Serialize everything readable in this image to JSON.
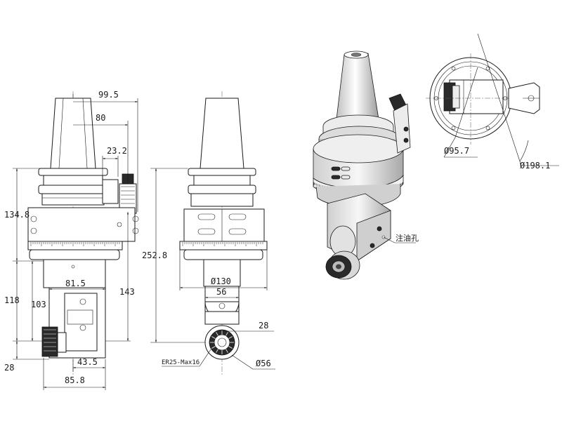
{
  "dimensions": {
    "front_view": {
      "d_99_5": "99.5",
      "d_80": "80",
      "d_23_2": "23.2",
      "d_134_8": "134.8",
      "d_252_8": "252.8",
      "d_143": "143",
      "d_118": "118",
      "d_103": "103",
      "d_81_5": "81.5",
      "d_28_left": "28",
      "d_43_5": "43.5",
      "d_85_8": "85.8"
    },
    "side_view": {
      "d_dia130": "Ø130",
      "d_56": "56",
      "d_28": "28",
      "d_dia56": "Ø56",
      "collet_label": "ER25-Max16"
    },
    "top_view": {
      "d_dia95_7": "Ø95.7",
      "d_dia198_1": "Ø198.1"
    },
    "iso_view": {
      "oil_hole_label": "注油孔"
    }
  },
  "colors": {
    "line": "#1a1a1a",
    "dark_part": "#2a2a2a",
    "metal_light": "#ececec"
  }
}
